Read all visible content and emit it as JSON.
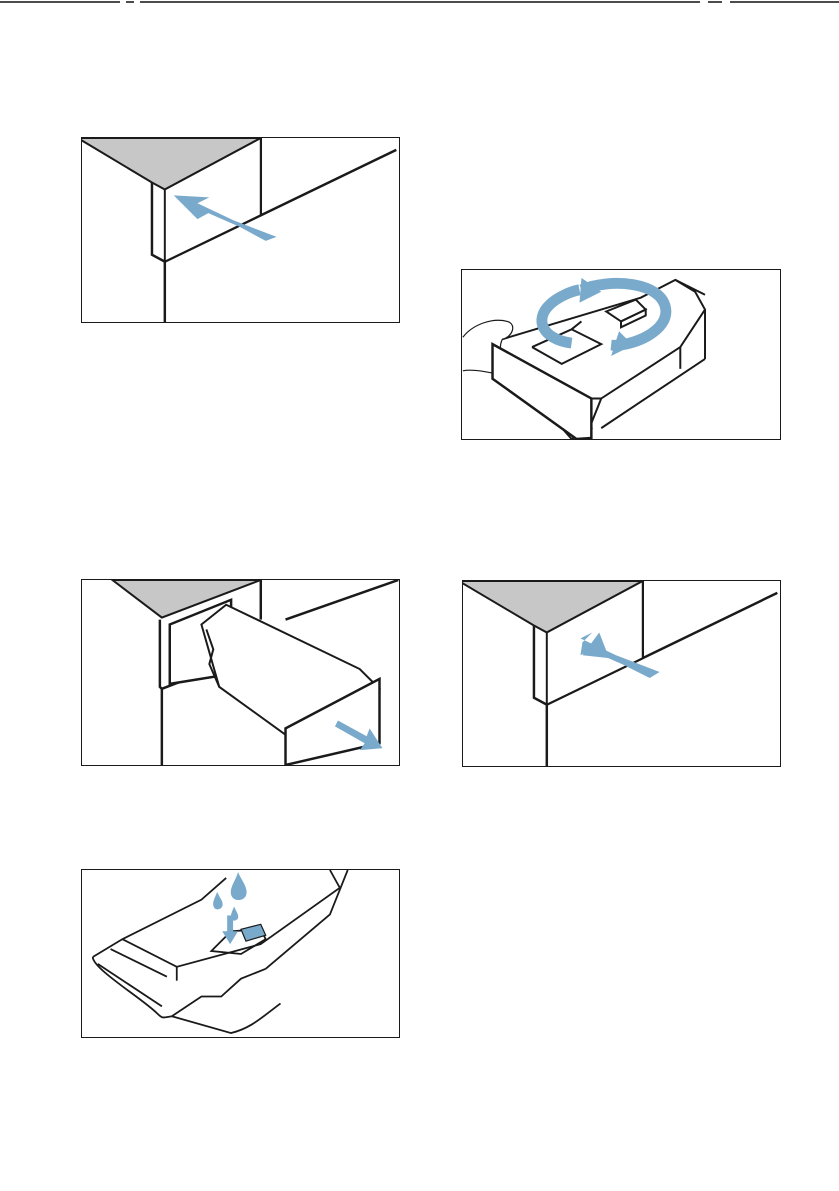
{
  "page": {
    "rule_segments": [
      {
        "color": "#111111"
      },
      {
        "color": "#111111"
      },
      {
        "color": "#111111"
      }
    ]
  },
  "figures": [
    {
      "id": "drawer-push-in",
      "icon": "push-arrow-icon",
      "arrow_color": "#7aaacb"
    },
    {
      "id": "drawer-insert-rotate",
      "icon": "rotate-arrow-icon",
      "arrow_color": "#7aaacb"
    },
    {
      "id": "drawer-pull-out",
      "icon": "pull-arrow-icon",
      "arrow_color": "#7aaacb"
    },
    {
      "id": "drawer-push-in-again",
      "icon": "push-arrow-icon",
      "arrow_color": "#7aaacb"
    },
    {
      "id": "insert-water-drops",
      "icon": "water-drop-icon",
      "arrow_color": "#7aaacb"
    }
  ]
}
